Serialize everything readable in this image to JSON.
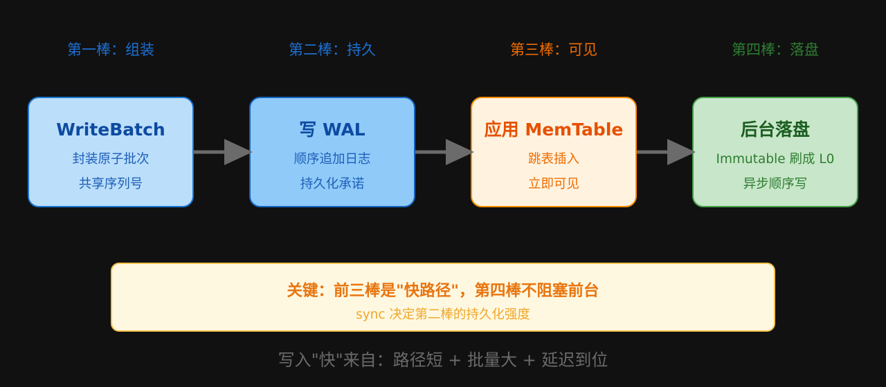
{
  "stages": [
    {
      "label": "第一棒：组装",
      "title": "WriteBatch",
      "line1": "封装原子批次",
      "line2": "共享序列号",
      "label_color": "#1e6fd1",
      "title_color": "#0d4aa0",
      "text_color": "#1e5fb8",
      "box_fill": "#bbdefb",
      "box_border": "#1976d2"
    },
    {
      "label": "第二棒：持久",
      "title": "写 WAL",
      "line1": "顺序追加日志",
      "line2": "持久化承诺",
      "label_color": "#1e6fd1",
      "title_color": "#0d4aa0",
      "text_color": "#1e5fb8",
      "box_fill": "#90caf9",
      "box_border": "#1565c0"
    },
    {
      "label": "第三棒：可见",
      "title": "应用 MemTable",
      "line1": "跳表插入",
      "line2": "立即可见",
      "label_color": "#ef6c00",
      "title_color": "#e65100",
      "text_color": "#ef6c00",
      "box_fill": "#fff3e0",
      "box_border": "#fb8c00"
    },
    {
      "label": "第四棒：落盘",
      "title": "后台落盘",
      "line1": "Immutable 刷成 L0",
      "line2": "异步顺序写",
      "label_color": "#2e7d32",
      "title_color": "#1b5e20",
      "text_color": "#2e7d32",
      "box_fill": "#c8e6c9",
      "box_border": "#43a047"
    }
  ],
  "callout": {
    "title": "关键：前三棒是\"快路径\"，第四棒不阻塞前台",
    "subtitle": "sync 决定第二棒的持久化强度"
  },
  "footer": "写入\"快\"来自：路径短 + 批量大 + 延迟到位",
  "colors": {
    "background": "#111111",
    "arrow": "#6b6b6b"
  }
}
